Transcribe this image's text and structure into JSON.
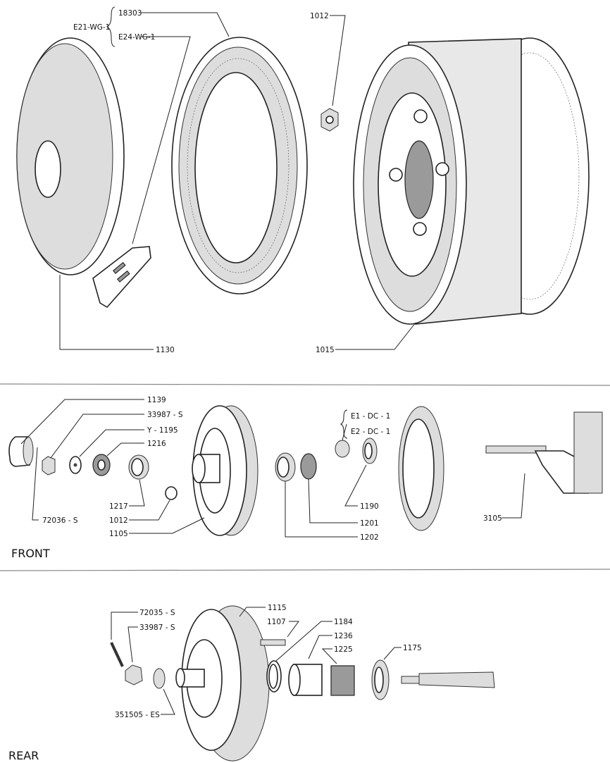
{
  "top": {
    "ring_part": "18303",
    "clip_group_a": "E21-WG-1",
    "clip_group_b": "E24-WG-1",
    "nut": "1012",
    "hubcap": "1130",
    "wheel": "1015"
  },
  "front": {
    "section_label": "FRONT",
    "labels": {
      "grease_cap": "1139",
      "castle_nut": "33987 - S",
      "washer": "Y - 1195",
      "outer_bearing": "1216",
      "outer_race": "1217",
      "cotter_pin": "72036 - S",
      "wheel_nut": "1012",
      "hub_drum": "1105",
      "brake_a": "E1 - DC - 1",
      "brake_b": "E2 - DC - 1",
      "seal": "1190",
      "inner_bearing": "1201",
      "inner_race": "1202",
      "spindle": "3105"
    }
  },
  "rear": {
    "section_label": "REAR",
    "labels": {
      "cotter_pin": "72035 - S",
      "castle_nut": "33987 - S",
      "drum": "1115",
      "stud": "1107",
      "washer_ring": "1184",
      "sleeve": "1236",
      "roller_bearing": "1225",
      "seal": "1175",
      "washer": "351505 - ES"
    }
  }
}
